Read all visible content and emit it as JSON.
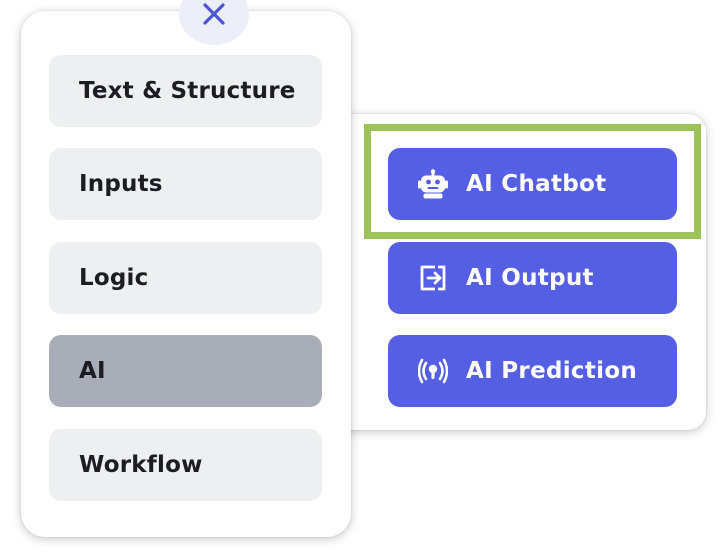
{
  "categories": [
    {
      "label": "Text & Structure"
    },
    {
      "label": "Inputs"
    },
    {
      "label": "Logic"
    },
    {
      "label": "AI"
    },
    {
      "label": "Workflow"
    }
  ],
  "active_category": "AI",
  "ai_options": [
    {
      "label": "AI Chatbot",
      "icon": "robot-icon"
    },
    {
      "label": "AI Output",
      "icon": "export-arrow-icon"
    },
    {
      "label": "AI Prediction",
      "icon": "broadcast-icon"
    }
  ],
  "colors": {
    "option_bg": "#555fe3",
    "category_bg": "#eeeff1",
    "category_active_bg": "#a8adb8",
    "highlight": "#9cc35a",
    "close_icon": "#4b55d8"
  }
}
